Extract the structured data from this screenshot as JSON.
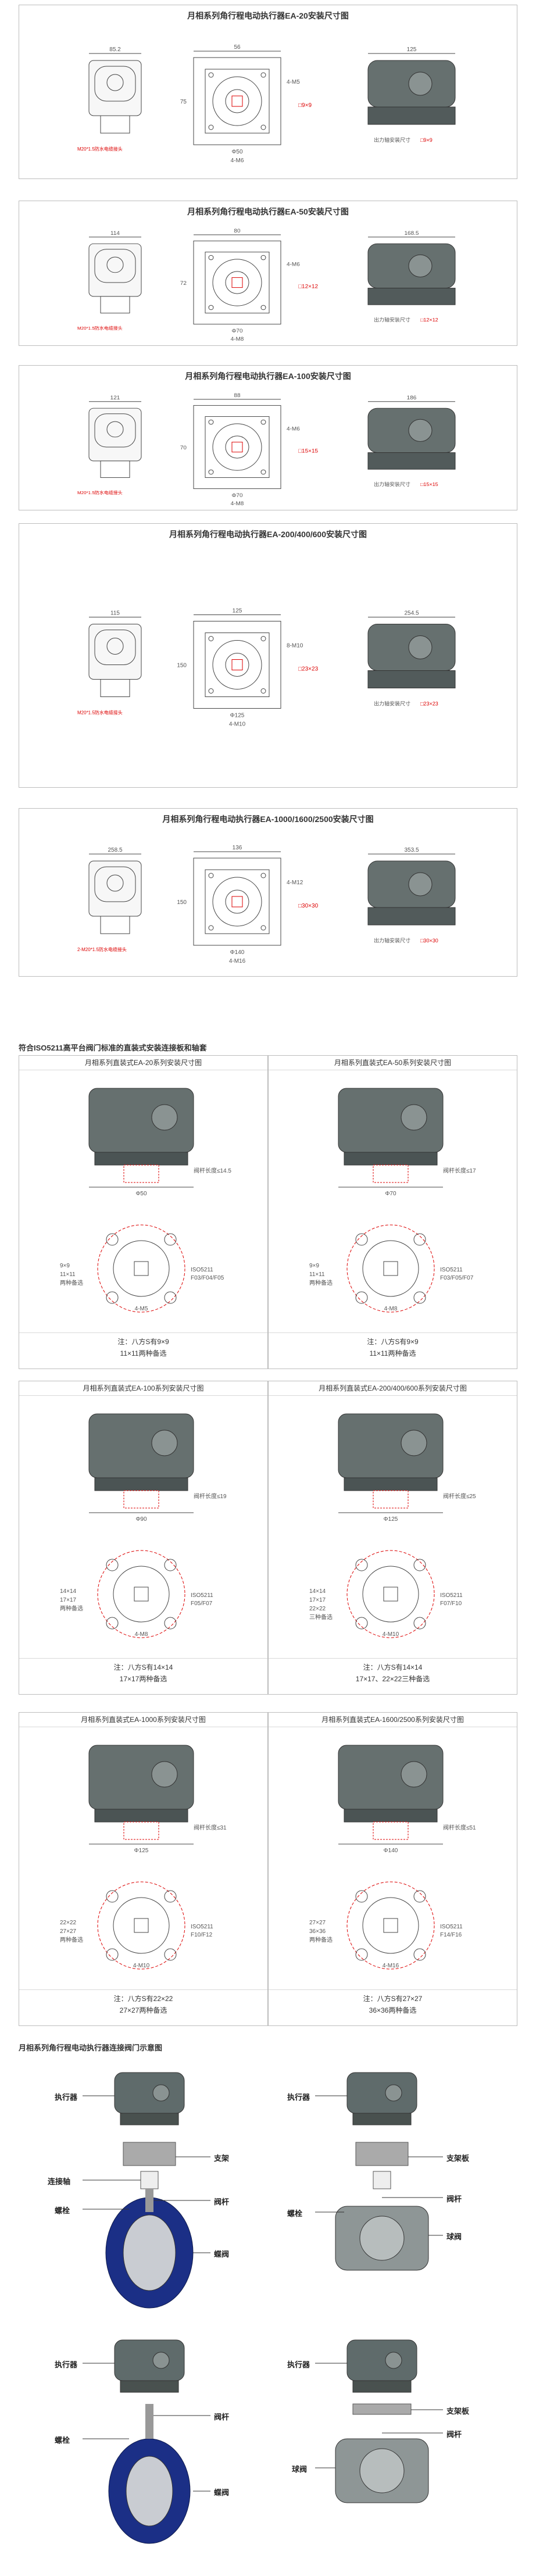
{
  "panels": [
    {
      "title": "月相系列角行程电动执行器EA-20安装尺寸图",
      "dims": {
        "d1": "85.2",
        "d2": "56",
        "d3": "125",
        "d4": "4-M5",
        "d5": "Φ50",
        "d6": "4-M6",
        "d7": "75"
      },
      "shaft": "□9×9",
      "shaft_note": "出力轴安装尺寸",
      "shaft_note2": "□9×9",
      "wiring": "M20*1.5防水电缆接头"
    },
    {
      "title": "月相系列角行程电动执行器EA-50安装尺寸图",
      "dims": {
        "d1": "114",
        "d2": "80",
        "d3": "168.5",
        "d4": "4-M6",
        "d5": "Φ70",
        "d6": "4-M8",
        "d7": "72"
      },
      "shaft": "□12×12",
      "shaft_note": "出力轴安装尺寸",
      "shaft_note2": "□12×12",
      "wiring": "M20*1.5防水电缆接头"
    },
    {
      "title": "月相系列角行程电动执行器EA-100安装尺寸图",
      "dims": {
        "d1": "121",
        "d2": "88",
        "d3": "186",
        "d4": "4-M6",
        "d5": "Φ70",
        "d6": "4-M8",
        "d7": "70"
      },
      "shaft": "□15×15",
      "shaft_note": "出力轴安装尺寸",
      "shaft_note2": "□15×15",
      "wiring": "M20*1.5防水电缆接头"
    },
    {
      "title": "月相系列角行程电动执行器EA-200/400/600安装尺寸图",
      "dims": {
        "d1": "115",
        "d2": "125",
        "d3": "254.5",
        "d4": "8-M10",
        "d5": "Φ125",
        "d6": "4-M10",
        "d7": "150"
      },
      "shaft": "□23×23",
      "shaft_note": "出力轴安装尺寸",
      "shaft_note2": "□23×23",
      "wiring": "M20*1.5防水电缆接头"
    },
    {
      "title": "月相系列角行程电动执行器EA-1000/1600/2500安装尺寸图",
      "dims": {
        "d1": "258.5",
        "d2": "136",
        "d3": "353.5",
        "d4": "4-M12",
        "d5": "Φ140",
        "d6": "4-M16",
        "d7": "150"
      },
      "shaft": "□30×30",
      "shaft_note": "出力轴安装尺寸",
      "shaft_note2": "□30×30",
      "wiring": "2-M20*1.5防水电缆接头"
    }
  ],
  "iso_section": {
    "title": "符合ISO5211高平台阀门标准的直装式安装连接板和轴套"
  },
  "iso_cells": [
    {
      "title": "月相系列直装式EA-20系列安装尺寸图",
      "stem": "阀杆长度≤14.5",
      "flange": "ISO5211\nF03/F04/F05",
      "sizes": "9×9\n11×11\n两种备选",
      "circle": "Φ50",
      "bolts": "4-M5",
      "note1": "注：八方S有9×9",
      "note2": "11×11两种备选"
    },
    {
      "title": "月相系列直装式EA-50系列安装尺寸图",
      "stem": "阀杆长度≤17",
      "flange": "ISO5211\nF03/F05/F07",
      "sizes": "9×9\n11×11\n两种备选",
      "circle": "Φ70",
      "bolts": "4-M8",
      "note1": "注：八方S有9×9",
      "note2": "11×11两种备选"
    },
    {
      "title": "月相系列直装式EA-100系列安装尺寸图",
      "stem": "阀杆长度≤19",
      "flange": "ISO5211\nF05/F07",
      "sizes": "14×14\n17×17\n两种备选",
      "circle": "Φ90",
      "bolts": "4-M8",
      "note1": "注：八方S有14×14",
      "note2": "17×17两种备选"
    },
    {
      "title": "月相系列直装式EA-200/400/600系列安装尺寸图",
      "stem": "阀杆长度≤25",
      "flange": "ISO5211\nF07/F10",
      "sizes": "14×14\n17×17\n22×22\n三种备选",
      "circle": "Φ125",
      "bolts": "4-M10",
      "note1": "注：八方S有14×14",
      "note2": "17×17、22×22三种备选"
    },
    {
      "title": "月相系列直装式EA-1000系列安装尺寸图",
      "stem": "阀杆长度≤31",
      "flange": "ISO5211\nF10/F12",
      "sizes": "22×22\n27×27\n两种备选",
      "circle": "Φ125",
      "bolts": "4-M10",
      "note1": "注：八方S有22×22",
      "note2": "27×27两种备选"
    },
    {
      "title": "月相系列直装式EA-1600/2500系列安装尺寸图",
      "stem": "阀杆长度≤51",
      "flange": "ISO5211\nF14/F16",
      "sizes": "27×27\n36×36\n两种备选",
      "circle": "Φ140",
      "bolts": "4-M16",
      "note1": "注：八方S有27×27",
      "note2": "36×36两种备选"
    }
  ],
  "valve_section": {
    "title": "月相系列角行程电动执行器连接阀门示意图"
  },
  "valve_labels": {
    "actuator": "执行器",
    "bracket": "支架",
    "coupling": "连接轴",
    "stem": "阀杆",
    "bolt": "螺栓",
    "butterfly": "蝶阀",
    "ball": "球阀",
    "plate": "支架板"
  },
  "colors": {
    "body": "#5f6b6b",
    "valve_blue": "#1b2f86",
    "red": "#d00000"
  }
}
